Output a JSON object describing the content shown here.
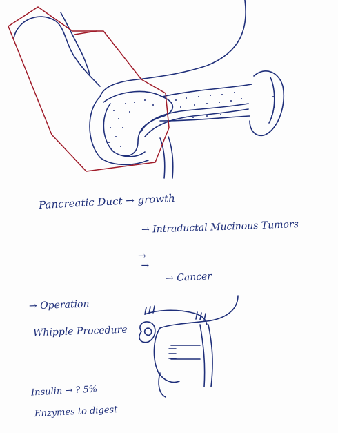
{
  "notes": {
    "duct": "Pancreatic Duct → growth",
    "tumor": "→ Intraductal Mucinous Tumors",
    "cancer": "→ Cancer",
    "operation": "→ Operation",
    "whipple": "Whipple Procedure",
    "insulin": "Insulin → ?   5%",
    "enzymes": "Enzymes to digest"
  },
  "colors": {
    "ink_blue": "#1f2f7a",
    "ink_red": "#a01c2a",
    "paper": "#fdfdfd"
  }
}
